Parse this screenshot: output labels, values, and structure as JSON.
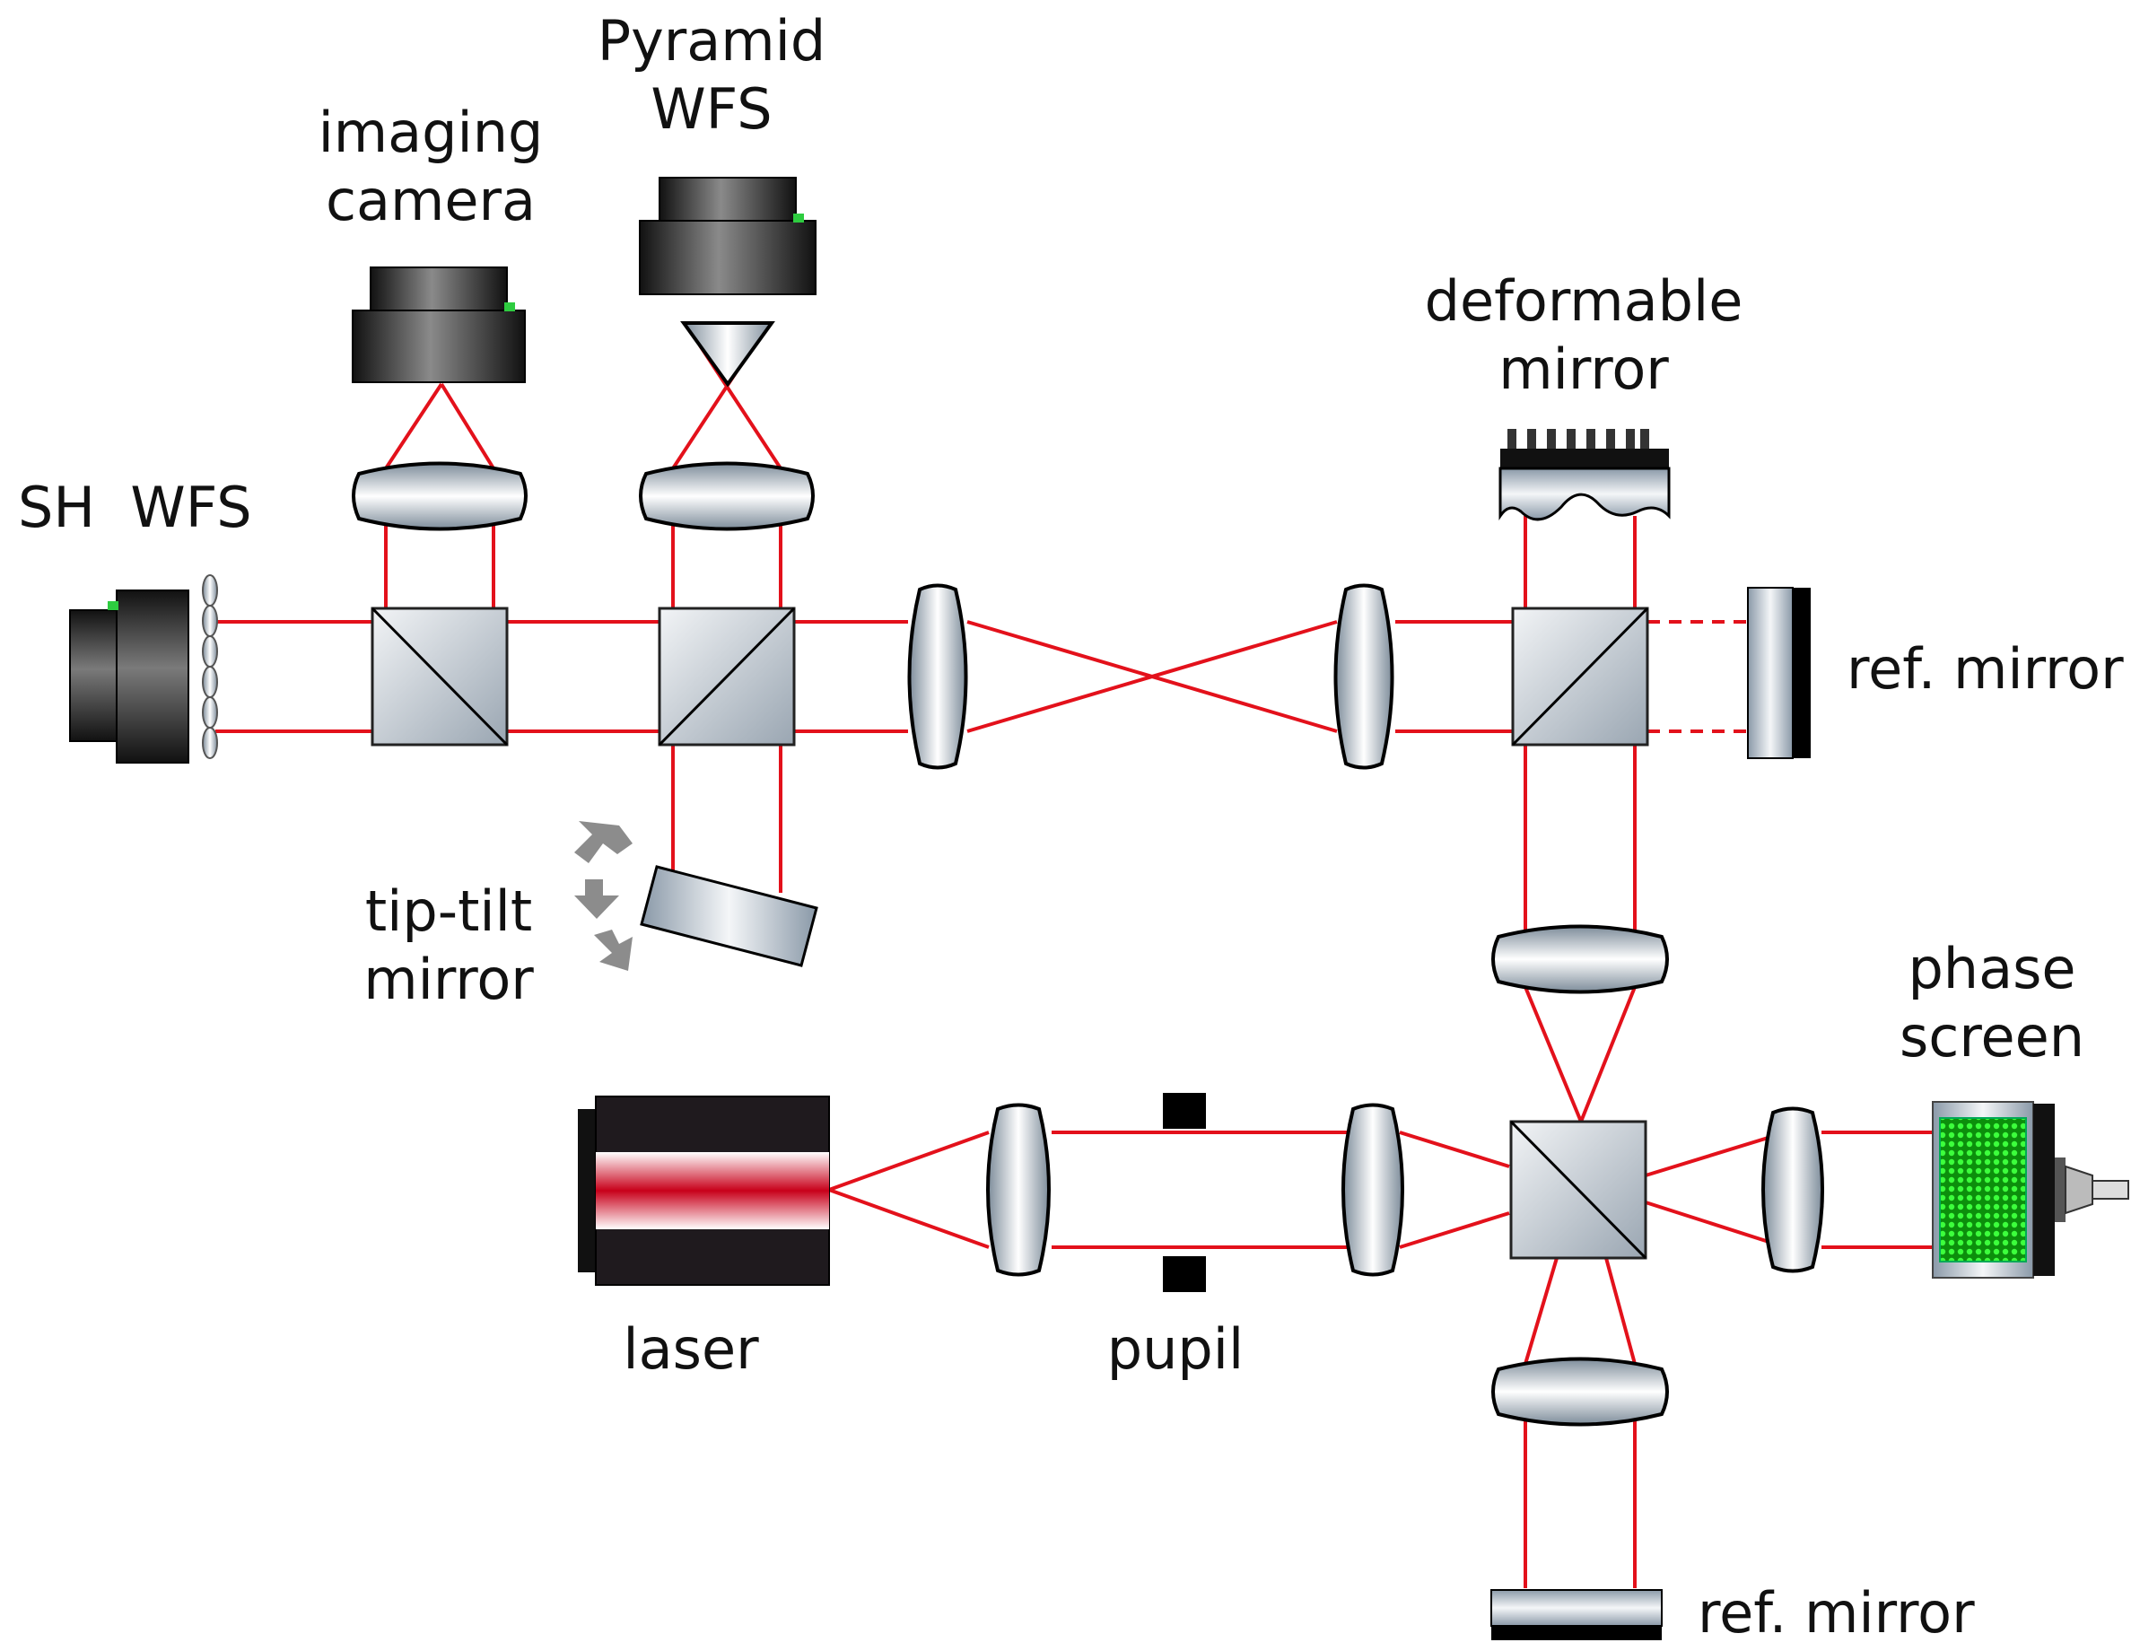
{
  "labels": {
    "pyramid_wfs": [
      "Pyramid",
      "WFS"
    ],
    "imaging_camera": [
      "imaging",
      "camera"
    ],
    "sh_wfs": "SH  WFS",
    "deformable_mirror": [
      "deformable",
      "mirror"
    ],
    "ref_mirror_right": "ref. mirror",
    "tip_tilt_mirror": [
      "tip-tilt",
      "mirror"
    ],
    "phase_screen": [
      "phase",
      "screen"
    ],
    "laser": "laser",
    "pupil": "pupil",
    "ref_mirror_bottom": "ref. mirror"
  },
  "colors": {
    "beam": "#e3111b",
    "arrow": "#8c8c8c",
    "phase_screen_pattern": "#2ee82e",
    "camera_body": "#1a1a1a"
  },
  "icons": {
    "camera": "camera-icon",
    "pyramid": "pyramid-prism-icon",
    "lenslet_array": "lenslet-array-icon",
    "beam_splitter": "beam-splitter-cube-icon",
    "tilt_arrows": "rotation-arrows-icon"
  }
}
